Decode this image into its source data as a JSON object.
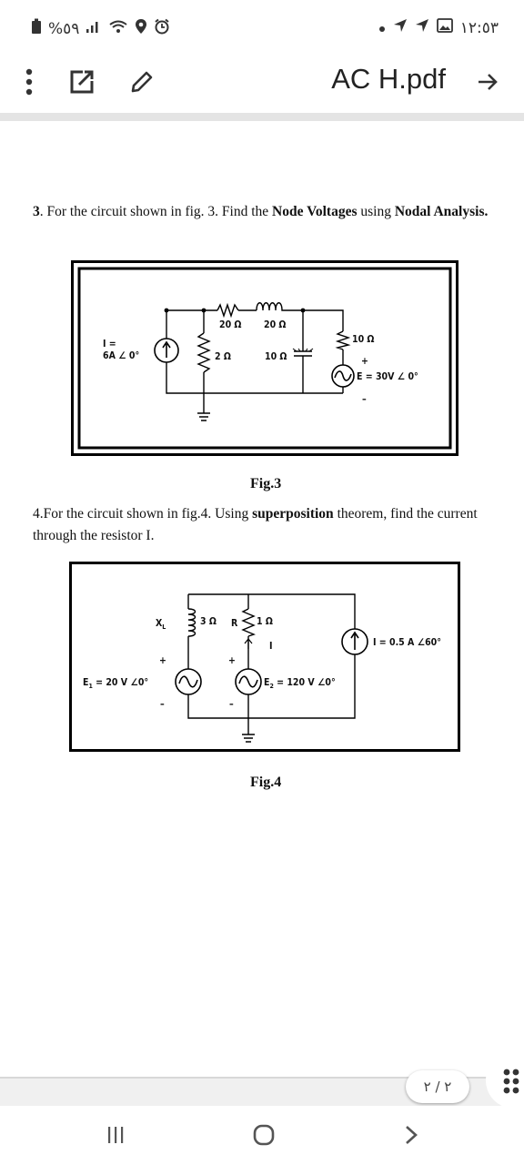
{
  "status_bar": {
    "battery_percent": "%٥٩",
    "time": "١٢:٥٣"
  },
  "app_bar": {
    "title": "AC H.pdf",
    "icons": [
      "more-vert-icon",
      "open-external-icon",
      "edit-pencil-icon",
      "forward-arrow-icon"
    ]
  },
  "document": {
    "q3": {
      "number": "3",
      "text_a": ". For the circuit shown in fig. 3. Find the ",
      "bold_a": "Node Voltages",
      "text_b": " using ",
      "bold_b": "Nodal Analysis."
    },
    "fig3": {
      "caption": "Fig.3",
      "labels": {
        "r1": "20 Ω",
        "l1": "20 Ω",
        "r_right": "10 Ω",
        "r_mid": "2 Ω",
        "c1": "10 Ω",
        "source_i_top": "I =",
        "source_i_bottom": "6A ∠ 0°",
        "source_e": "E = 30V ∠ 0°",
        "plus": "+",
        "minus": "–"
      }
    },
    "q4": {
      "text_a": "4.For the circuit shown in fig.4. Using ",
      "bold_a": "superposition",
      "text_b": " theorem, find the current through the resistor  I."
    },
    "fig4": {
      "caption": "Fig.4",
      "labels": {
        "xl": "X",
        "xl_sub": "L",
        "l_val": "3 Ω",
        "r": "R",
        "r_val": "1 Ω",
        "i": "I",
        "e1": "E",
        "e1_sub": "1",
        "e1_val": " = 20 V ∠0°",
        "e2": "E",
        "e2_sub": "2",
        "e2_val": " = 120 V ∠0°",
        "is": "I = 0.5 A ∠60°",
        "plus": "+",
        "minus": "–"
      }
    }
  },
  "page_indicator": "٢ / ٢",
  "nav_bar": [
    "recents-icon",
    "home-icon",
    "back-icon"
  ]
}
